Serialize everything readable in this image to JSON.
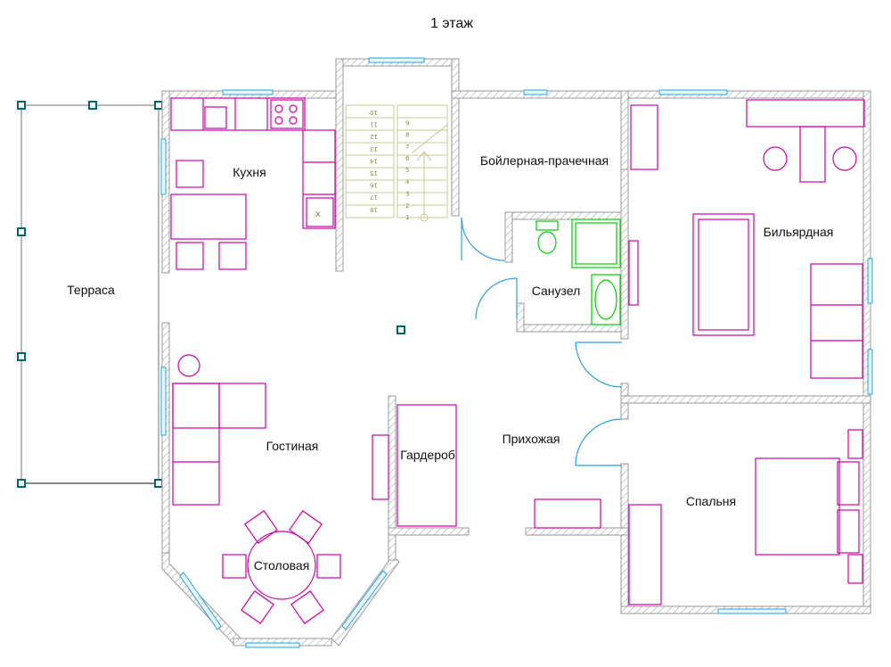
{
  "floor_title": "1 этаж",
  "rooms": {
    "terrace": "Терраса",
    "kitchen": "Кухня",
    "boiler_laundry": "Бойлерная-прачечная",
    "billiard": "Бильярдная",
    "bathroom": "Санузел",
    "living": "Гостиная",
    "wardrobe": "Гардероб",
    "hallway": "Прихожая",
    "bedroom": "Спальня",
    "dining": "Столовая"
  },
  "stairs": {
    "steps_up": [
      "1",
      "2",
      "3",
      "4",
      "5",
      "6",
      "7",
      "8",
      "9"
    ],
    "steps_down": [
      "10",
      "11",
      "12",
      "13",
      "14",
      "15",
      "16",
      "17",
      "18"
    ]
  },
  "colors": {
    "wall": "#b8b8b8",
    "furniture": "#cc00aa",
    "plumbing": "#00cc00",
    "window": "#2aa0e0",
    "stairs": "#c8c890",
    "terrace_post": "#006666"
  }
}
